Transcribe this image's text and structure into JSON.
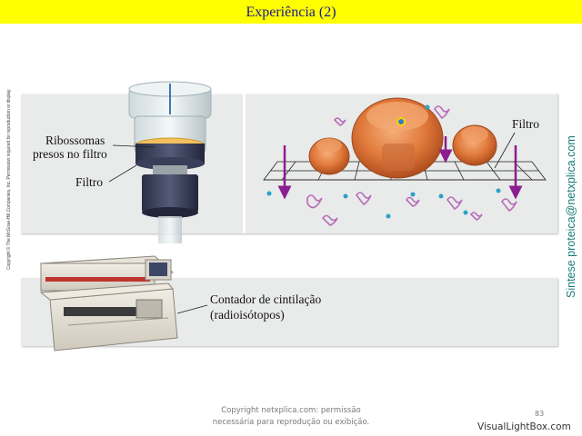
{
  "slide": {
    "title": "Experiência (2)",
    "copyright_side": "Copyright © The McGraw-Hill Companies, Inc. Permission required for reproduction or display.",
    "brand_vertical": "Sintese proteica@netxplica.com",
    "footer_line1": "Copyright netxplica.com: permissão",
    "footer_line2": "necessária para reprodução ou exibição.",
    "page_number": "83",
    "watermark": "VisualLightBox.com"
  },
  "figure": {
    "label_ribosomes_line1": "Ribossomas",
    "label_ribosomes_line2": "presos no filtro",
    "label_filter_left": "Filtro",
    "label_filter_right": "Filtro",
    "label_counter_line1": "Contador de cintilação",
    "label_counter_line2": "(radioisótopos)"
  },
  "colors": {
    "title_bar": "#ffff00",
    "title_text": "#1a1a8c",
    "panel_bg": "#e9eaea",
    "ribosome_orange": "#e0783a",
    "arrow_purple": "#8a1e8f",
    "brand_teal": "#1a7a7a"
  }
}
